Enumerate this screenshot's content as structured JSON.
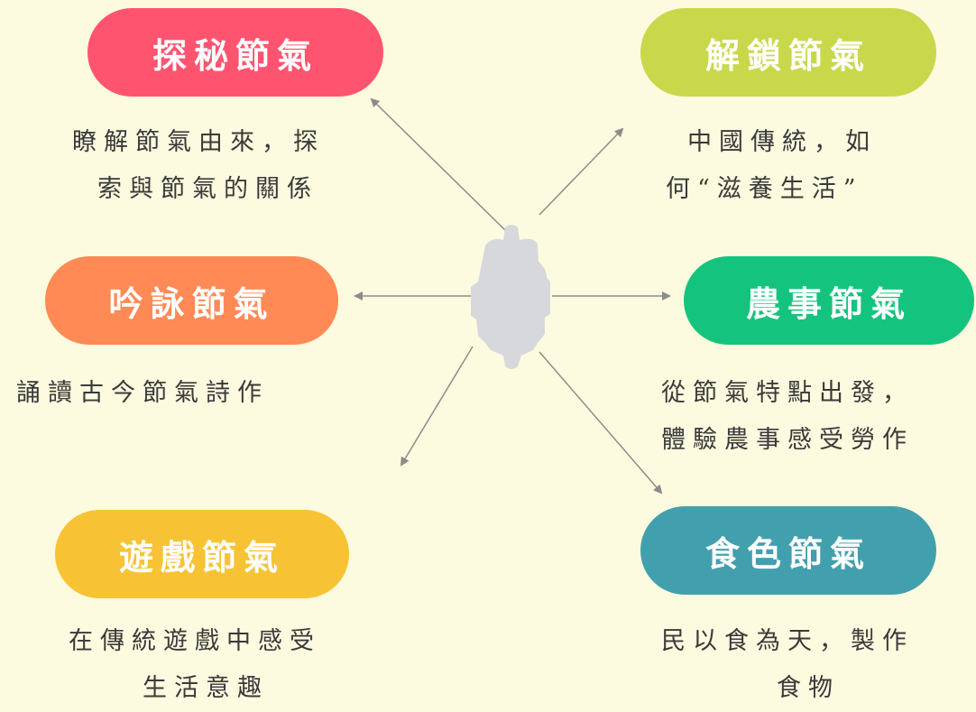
{
  "nodes": [
    {
      "id": "tanmi",
      "title": "探秘節氣",
      "color": "#ff5470",
      "desc": [
        "瞭解節氣由來，探",
        "索與節氣的關係"
      ]
    },
    {
      "id": "jiesuo",
      "title": "解鎖節氣",
      "color": "#c9d84a",
      "desc": [
        "中國傳統，如",
        "何“滋養生活”"
      ]
    },
    {
      "id": "yinyong",
      "title": "吟詠節氣",
      "color": "#ff8a55",
      "desc": [
        "誦讀古今節氣詩作"
      ]
    },
    {
      "id": "nongshi",
      "title": "農事節氣",
      "color": "#14c47e",
      "desc": [
        "從節氣特點出發，",
        "體驗農事感受勞作"
      ]
    },
    {
      "id": "youxi",
      "title": "遊戲節氣",
      "color": "#f7c335",
      "desc": [
        "在傳統遊戲中感受",
        "生活意趣"
      ]
    },
    {
      "id": "shise",
      "title": "食色節氣",
      "color": "#42a0ae",
      "desc": [
        "民以食為天，製作",
        "食物"
      ]
    }
  ],
  "center_color": "#d7d8dc",
  "arrow_color": "#8c8c8c"
}
